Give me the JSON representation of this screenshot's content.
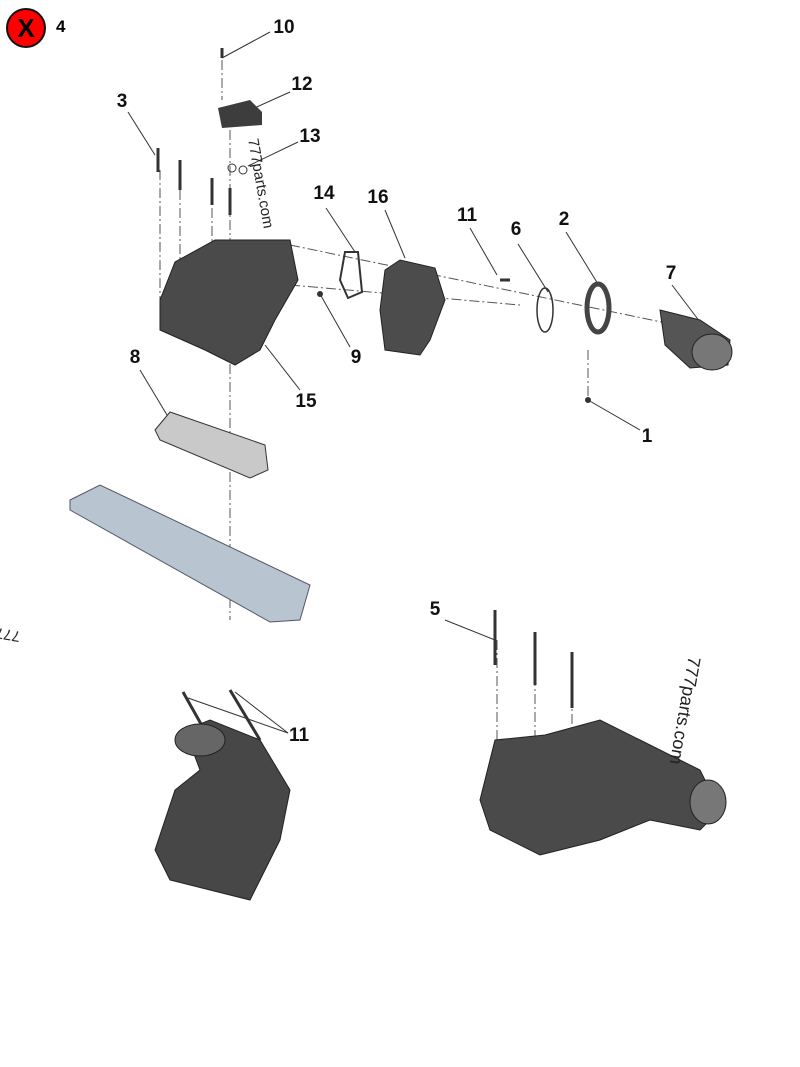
{
  "header": {
    "remove_icon": "x-circle-icon",
    "remove_color": "#ff0000",
    "diagram_number": "4"
  },
  "watermark": "777parts.com",
  "callouts": [
    {
      "id": "10",
      "label": "10"
    },
    {
      "id": "12",
      "label": "12"
    },
    {
      "id": "3",
      "label": "3"
    },
    {
      "id": "13",
      "label": "13"
    },
    {
      "id": "14",
      "label": "14"
    },
    {
      "id": "16",
      "label": "16"
    },
    {
      "id": "11a",
      "label": "11"
    },
    {
      "id": "6",
      "label": "6"
    },
    {
      "id": "2",
      "label": "2"
    },
    {
      "id": "7",
      "label": "7"
    },
    {
      "id": "9",
      "label": "9"
    },
    {
      "id": "15",
      "label": "15"
    },
    {
      "id": "1",
      "label": "1"
    },
    {
      "id": "8",
      "label": "8"
    },
    {
      "id": "5",
      "label": "5"
    },
    {
      "id": "11b",
      "label": "11"
    }
  ],
  "badge_glyph": "X"
}
